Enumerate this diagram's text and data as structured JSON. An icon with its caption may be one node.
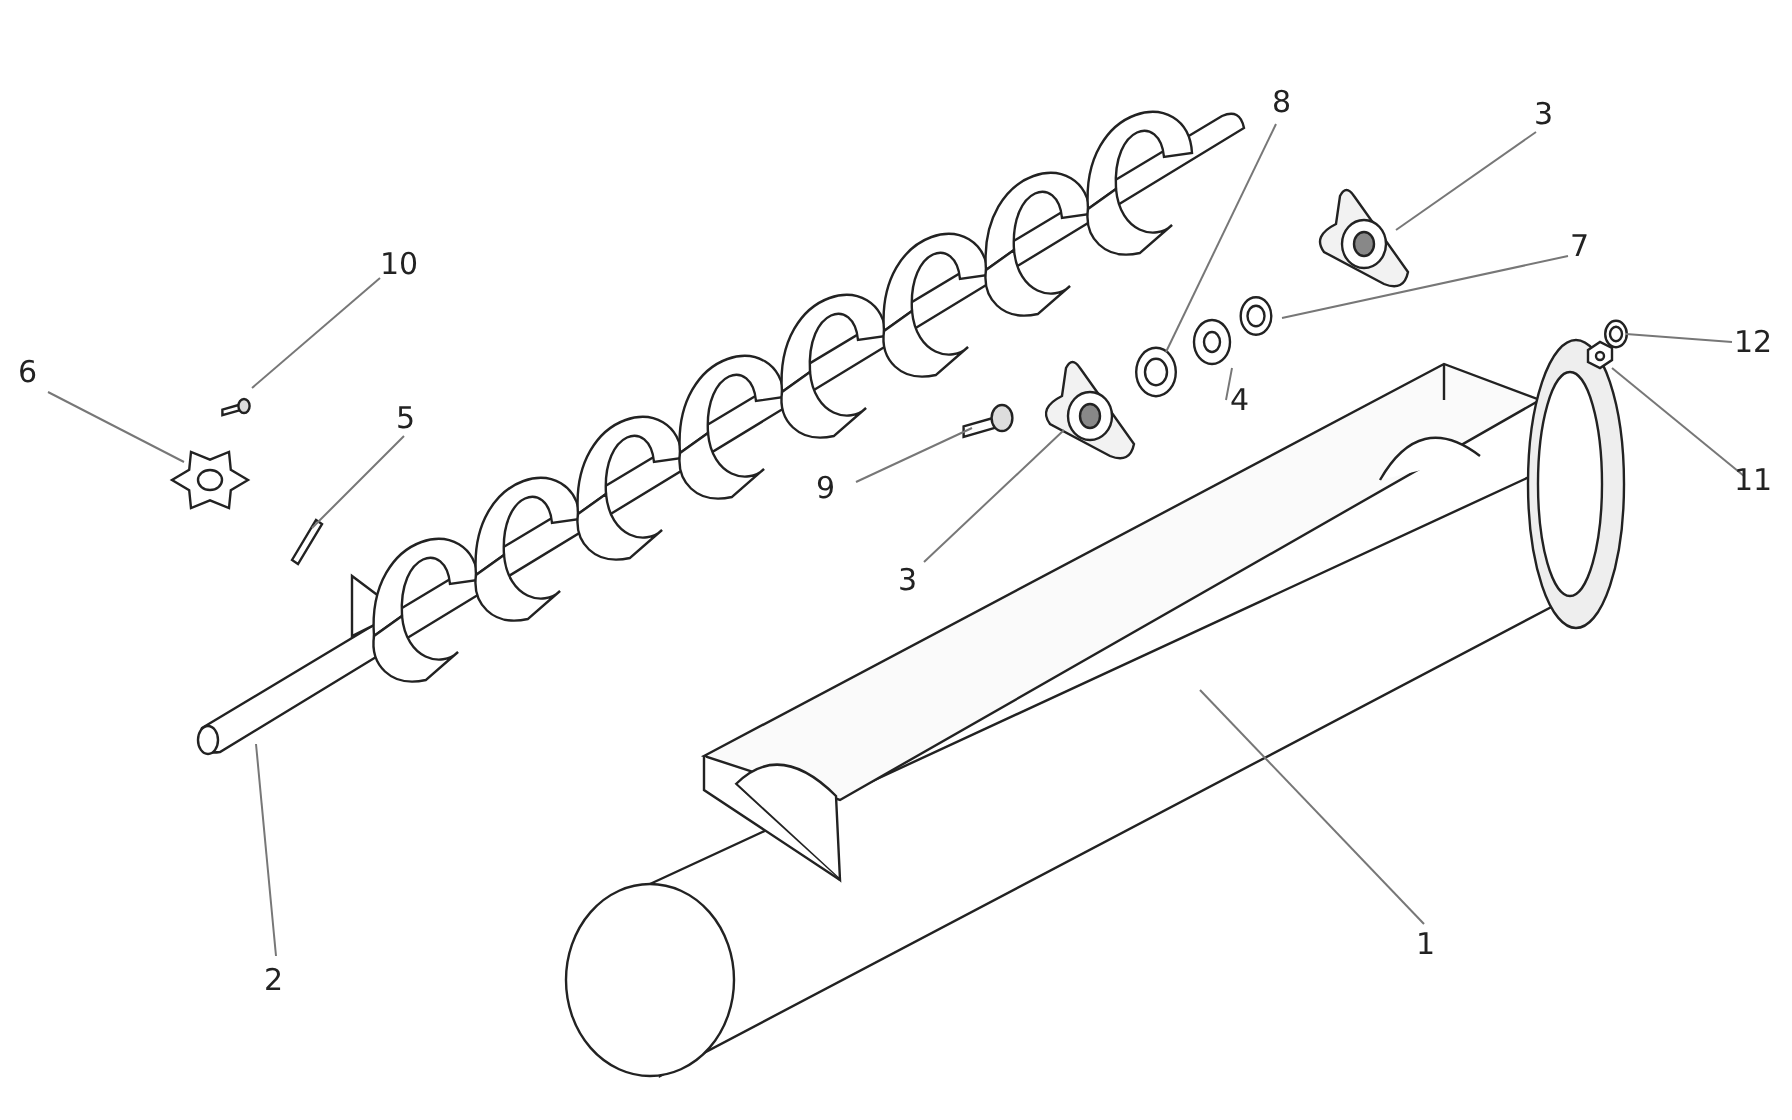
{
  "diagram": {
    "nodes": [
      {
        "text": [
          "8"
        ]
      },
      {
        "text": [
          "3"
        ]
      },
      {
        "text": [
          "7"
        ]
      },
      {
        "text": [
          "10"
        ]
      },
      {
        "text": [
          "12"
        ]
      },
      {
        "text": [
          "6"
        ]
      },
      {
        "text": [
          "5"
        ]
      },
      {
        "text": [
          "9"
        ]
      },
      {
        "text": [
          "4"
        ]
      },
      {
        "text": [
          "11"
        ]
      },
      {
        "text": [
          "3"
        ]
      },
      {
        "text": [
          "2"
        ]
      },
      {
        "text": [
          "1"
        ]
      },
      {
        "text": [],
        "shape": "picture"
      },
      {
        "text": [],
        "shape": "picture"
      },
      {
        "text": [],
        "shape": "picture"
      },
      {
        "text": [],
        "shape": "picture"
      },
      {
        "text": [],
        "shape": "picture"
      },
      {
        "text": [],
        "shape": "picture"
      },
      {
        "text": [],
        "shape": "picture"
      },
      {
        "text": [],
        "shape": "picture"
      },
      {
        "text": [],
        "shape": "picture"
      },
      {
        "text": [],
        "shape": "picture"
      },
      {
        "text": [],
        "shape": "picture"
      },
      {
        "text": [],
        "shape": "picture"
      },
      {
        "text": [],
        "shape": "picture"
      }
    ],
    "edges": [
      {
        "from": 0,
        "to": 21,
        "arrow": "none"
      },
      {
        "from": 1,
        "to": 23,
        "arrow": "none"
      },
      {
        "from": 2,
        "to": 22,
        "arrow": "none"
      },
      {
        "from": 3,
        "to": 16,
        "arrow": "none"
      },
      {
        "from": 4,
        "to": 25,
        "arrow": "none"
      },
      {
        "from": 5,
        "to": 15,
        "arrow": "none"
      },
      {
        "from": 6,
        "to": 17,
        "arrow": "none"
      },
      {
        "from": 7,
        "to": 18,
        "arrow": "none"
      },
      {
        "from": 8,
        "to": 20,
        "arrow": "none"
      },
      {
        "from": 9,
        "to": 24,
        "arrow": "none"
      },
      {
        "from": 10,
        "to": 19,
        "arrow": "none"
      },
      {
        "from": 11,
        "to": 13,
        "arrow": "none"
      },
      {
        "from": 12,
        "to": 14,
        "arrow": "none"
      }
    ]
  }
}
